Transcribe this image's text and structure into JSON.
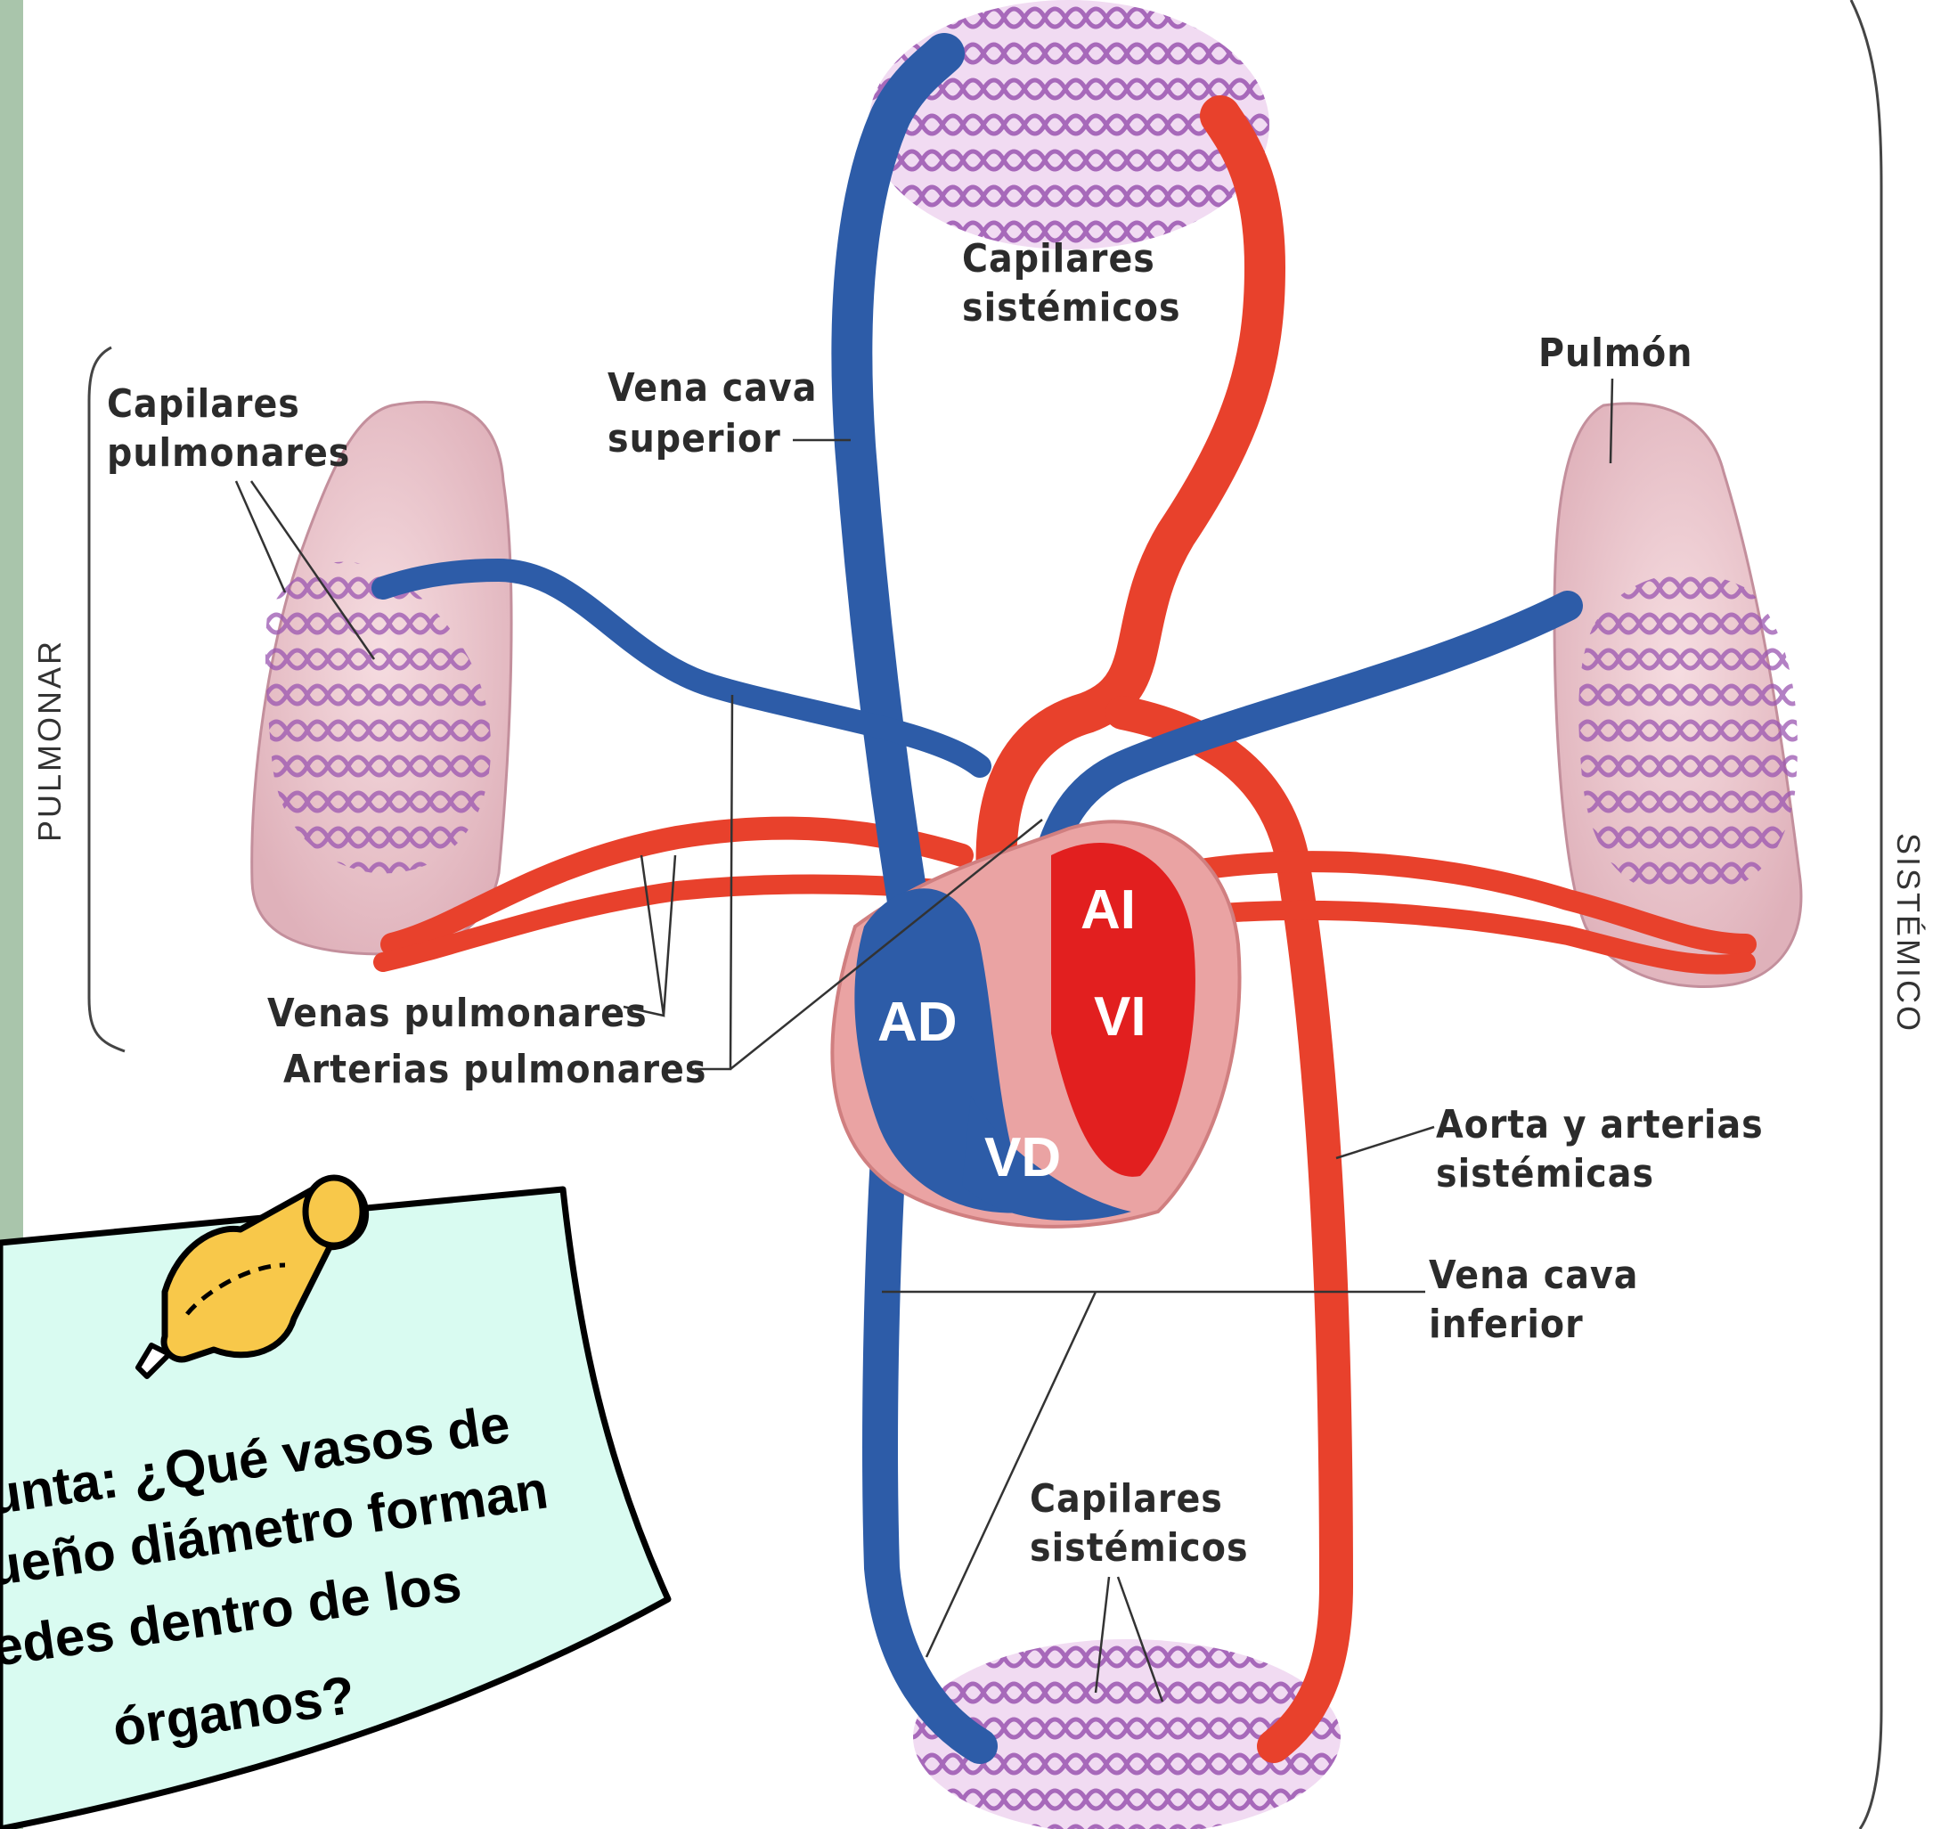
{
  "colors": {
    "artery": "#e8412c",
    "vein": "#2d5ca8",
    "capillary": "#b067b8",
    "lung": "#eec5cc",
    "note_bg": "#d9fbf1",
    "pin": "#f8c84a",
    "side_band": "#a9c5ab"
  },
  "labels": {
    "capilares_sistemicos_top": [
      "Capilares",
      "sistémicos"
    ],
    "pulmon": "Pulmón",
    "vena_cava_superior": [
      "Vena cava",
      "superior"
    ],
    "capilares_pulmonares": [
      "Capilares",
      "pulmonares"
    ],
    "venas_pulmonares": "Venas pulmonares",
    "arterias_pulmonares": "Arterias pulmonares",
    "aorta": [
      "Aorta y arterias",
      "sistémicas"
    ],
    "vena_cava_inferior": [
      "Vena cava",
      "inferior"
    ],
    "capilares_sistemicos_bottom": [
      "Capilares",
      "sistémicos"
    ]
  },
  "chambers": {
    "ad": "AD",
    "ai": "AI",
    "vi": "VI",
    "vd": "VD"
  },
  "sides": {
    "pulmonar": "PULMONAR",
    "sistemico": "SISTÉMICO"
  },
  "note": {
    "icon": "pushpin-icon",
    "lines": [
      "unta: ¿Qué vasos de",
      "ueño diámetro forman",
      "edes dentro de los",
      "órganos?"
    ]
  }
}
